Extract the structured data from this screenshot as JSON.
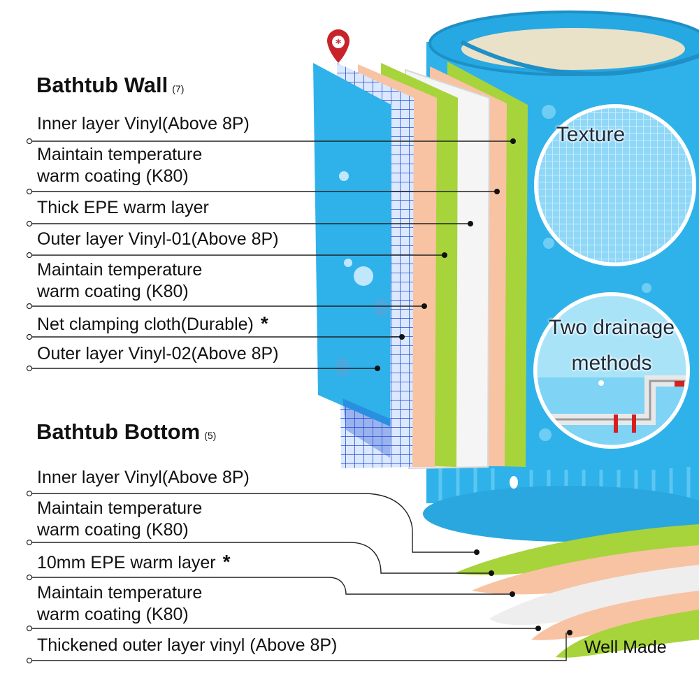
{
  "wall": {
    "heading": "Bathtub Wall",
    "count": "(7)",
    "layers": [
      {
        "line1": "Inner layer Vinyl(Above 8P)",
        "line2": "",
        "star": ""
      },
      {
        "line1": "Maintain temperature",
        "line2": "warm coating (K80)",
        "star": ""
      },
      {
        "line1": "Thick EPE warm layer",
        "line2": "",
        "star": ""
      },
      {
        "line1": "Outer layer Vinyl-01(Above 8P)",
        "line2": "",
        "star": ""
      },
      {
        "line1": "Maintain temperature",
        "line2": "warm coating (K80)",
        "star": ""
      },
      {
        "line1": "Net clamping cloth(Durable)",
        "line2": "",
        "star": "*"
      },
      {
        "line1": "Outer layer Vinyl-02(Above 8P)",
        "line2": "",
        "star": ""
      }
    ]
  },
  "bottom": {
    "heading": "Bathtub Bottom",
    "count": "(5)",
    "layers": [
      {
        "line1": "Inner layer Vinyl(Above 8P)",
        "line2": "",
        "star": ""
      },
      {
        "line1": "Maintain temperature",
        "line2": "warm coating (K80)",
        "star": ""
      },
      {
        "line1": "10mm EPE warm layer",
        "line2": "",
        "star": "*"
      },
      {
        "line1": "Maintain temperature",
        "line2": "warm coating (K80)",
        "star": ""
      },
      {
        "line1": "Thickened outer layer vinyl (Above 8P)",
        "line2": "",
        "star": ""
      }
    ]
  },
  "callouts": {
    "texture": "Texture",
    "drainage_line1": "Two drainage",
    "drainage_line2": "methods",
    "well_made": "Well Made"
  },
  "colors": {
    "tub_blue": "#2fb2ea",
    "tub_blue_light": "#7fd3f5",
    "peach": "#f7c3a3",
    "lime": "#a6d43a",
    "white_layer": "#f2f2f2",
    "grid_blue": "#1f4fd0",
    "pin_red": "#c8232b"
  }
}
